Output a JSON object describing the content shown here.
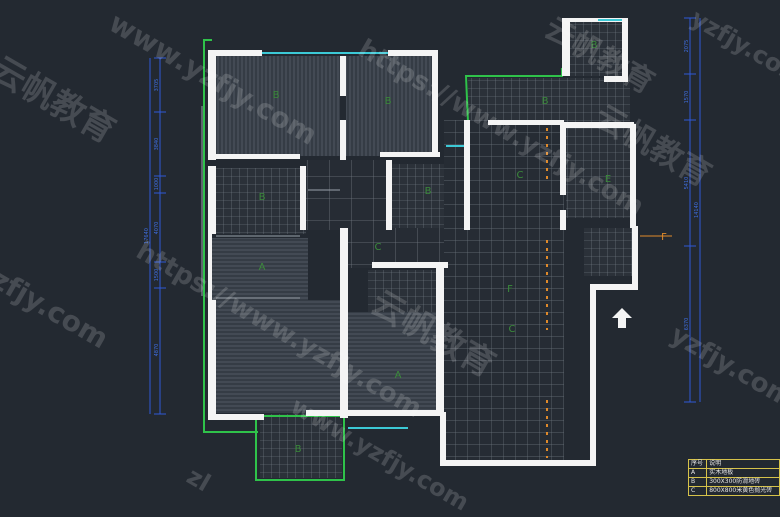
{
  "plan": {
    "room_labels": [
      "B",
      "B",
      "B",
      "A",
      "C",
      "B",
      "B",
      "C",
      "F",
      "C",
      "A",
      "B",
      "B",
      "E"
    ],
    "door_label": "F",
    "dims_left": [
      "3705",
      "3840",
      "1000",
      "4070",
      "1500",
      "4870"
    ],
    "dims_left_total": "17640",
    "dims_right": [
      "2075",
      "1570",
      "5410",
      "6370"
    ],
    "dims_right_total": "14140"
  },
  "watermarks": [
    "www.yzfjy.com",
    "https://www.yzfjy.com",
    "https://www.yzfjy.com",
    "云帆教育",
    "云帆教育",
    "云帆教育",
    "zfjy.com",
    "www.yzfjy.com",
    "yzfjy.com",
    "云帆教育",
    "yzfjy.com",
    "zl"
  ],
  "legend": {
    "header": [
      "序号",
      "说明"
    ],
    "rows": [
      [
        "A",
        "实木地板"
      ],
      [
        "B",
        "300X300防滑地砖"
      ],
      [
        "C",
        "800X800米黄色抛光砖"
      ]
    ]
  }
}
